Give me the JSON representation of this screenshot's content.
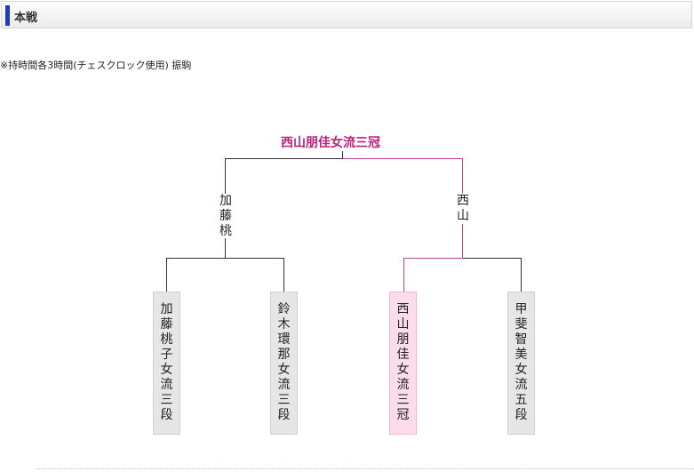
{
  "header": {
    "title": "本戦"
  },
  "note": "※持時間各3時間(チェスクロック使用) 振駒",
  "colors": {
    "winner_line": "#c0458f",
    "winner_text": "#b8237e",
    "winner_bg": "#fbdcea",
    "header_accent": "#1c3fae"
  },
  "bracket": {
    "champion": "西山朋佳女流三冠",
    "semifinal_left": "加藤桃",
    "semifinal_right": "西山",
    "players": [
      {
        "name": "加藤桃子女流三段"
      },
      {
        "name": "鈴木環那女流三段"
      },
      {
        "name": "西山朋佳女流三冠"
      },
      {
        "name": "甲斐智美女流五段"
      }
    ]
  }
}
